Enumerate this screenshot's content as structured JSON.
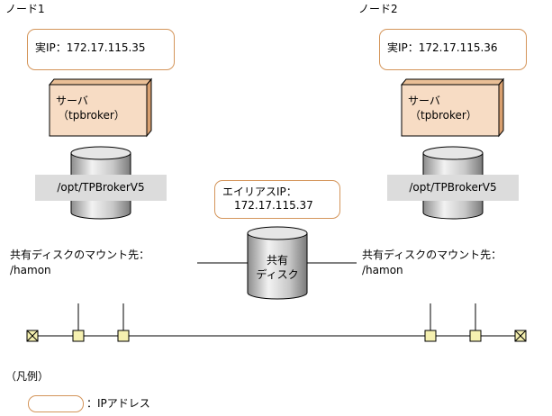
{
  "colors": {
    "server_fill": "#f7dcc4",
    "server_side": "#d9a070",
    "server_top": "#eabf96",
    "ip_border": "#d4955a",
    "path_bar": "#dcdcdc",
    "connector_fill": "#f5f0b0"
  },
  "nodes": [
    {
      "title": "ノード1",
      "ip": "実IP：172.17.115.35",
      "server_line1": "サーバ",
      "server_line2": "（tpbroker）",
      "path": "/opt/TPBrokerV5",
      "mount_line1": "共有ディスクのマウント先：",
      "mount_line2": "/hamon"
    },
    {
      "title": "ノード2",
      "ip": "実IP：172.17.115.36",
      "server_line1": "サーバ",
      "server_line2": "（tpbroker）",
      "path": "/opt/TPBrokerV5",
      "mount_line1": "共有ディスクのマウント先：",
      "mount_line2": "/hamon"
    }
  ],
  "alias": {
    "line1": "エイリアスIP：",
    "line2": "172.17.115.37"
  },
  "shared_disk": {
    "line1": "共有",
    "line2": "ディスク"
  },
  "legend": {
    "title": "（凡例）",
    "ip_label": "：IPアドレス"
  }
}
